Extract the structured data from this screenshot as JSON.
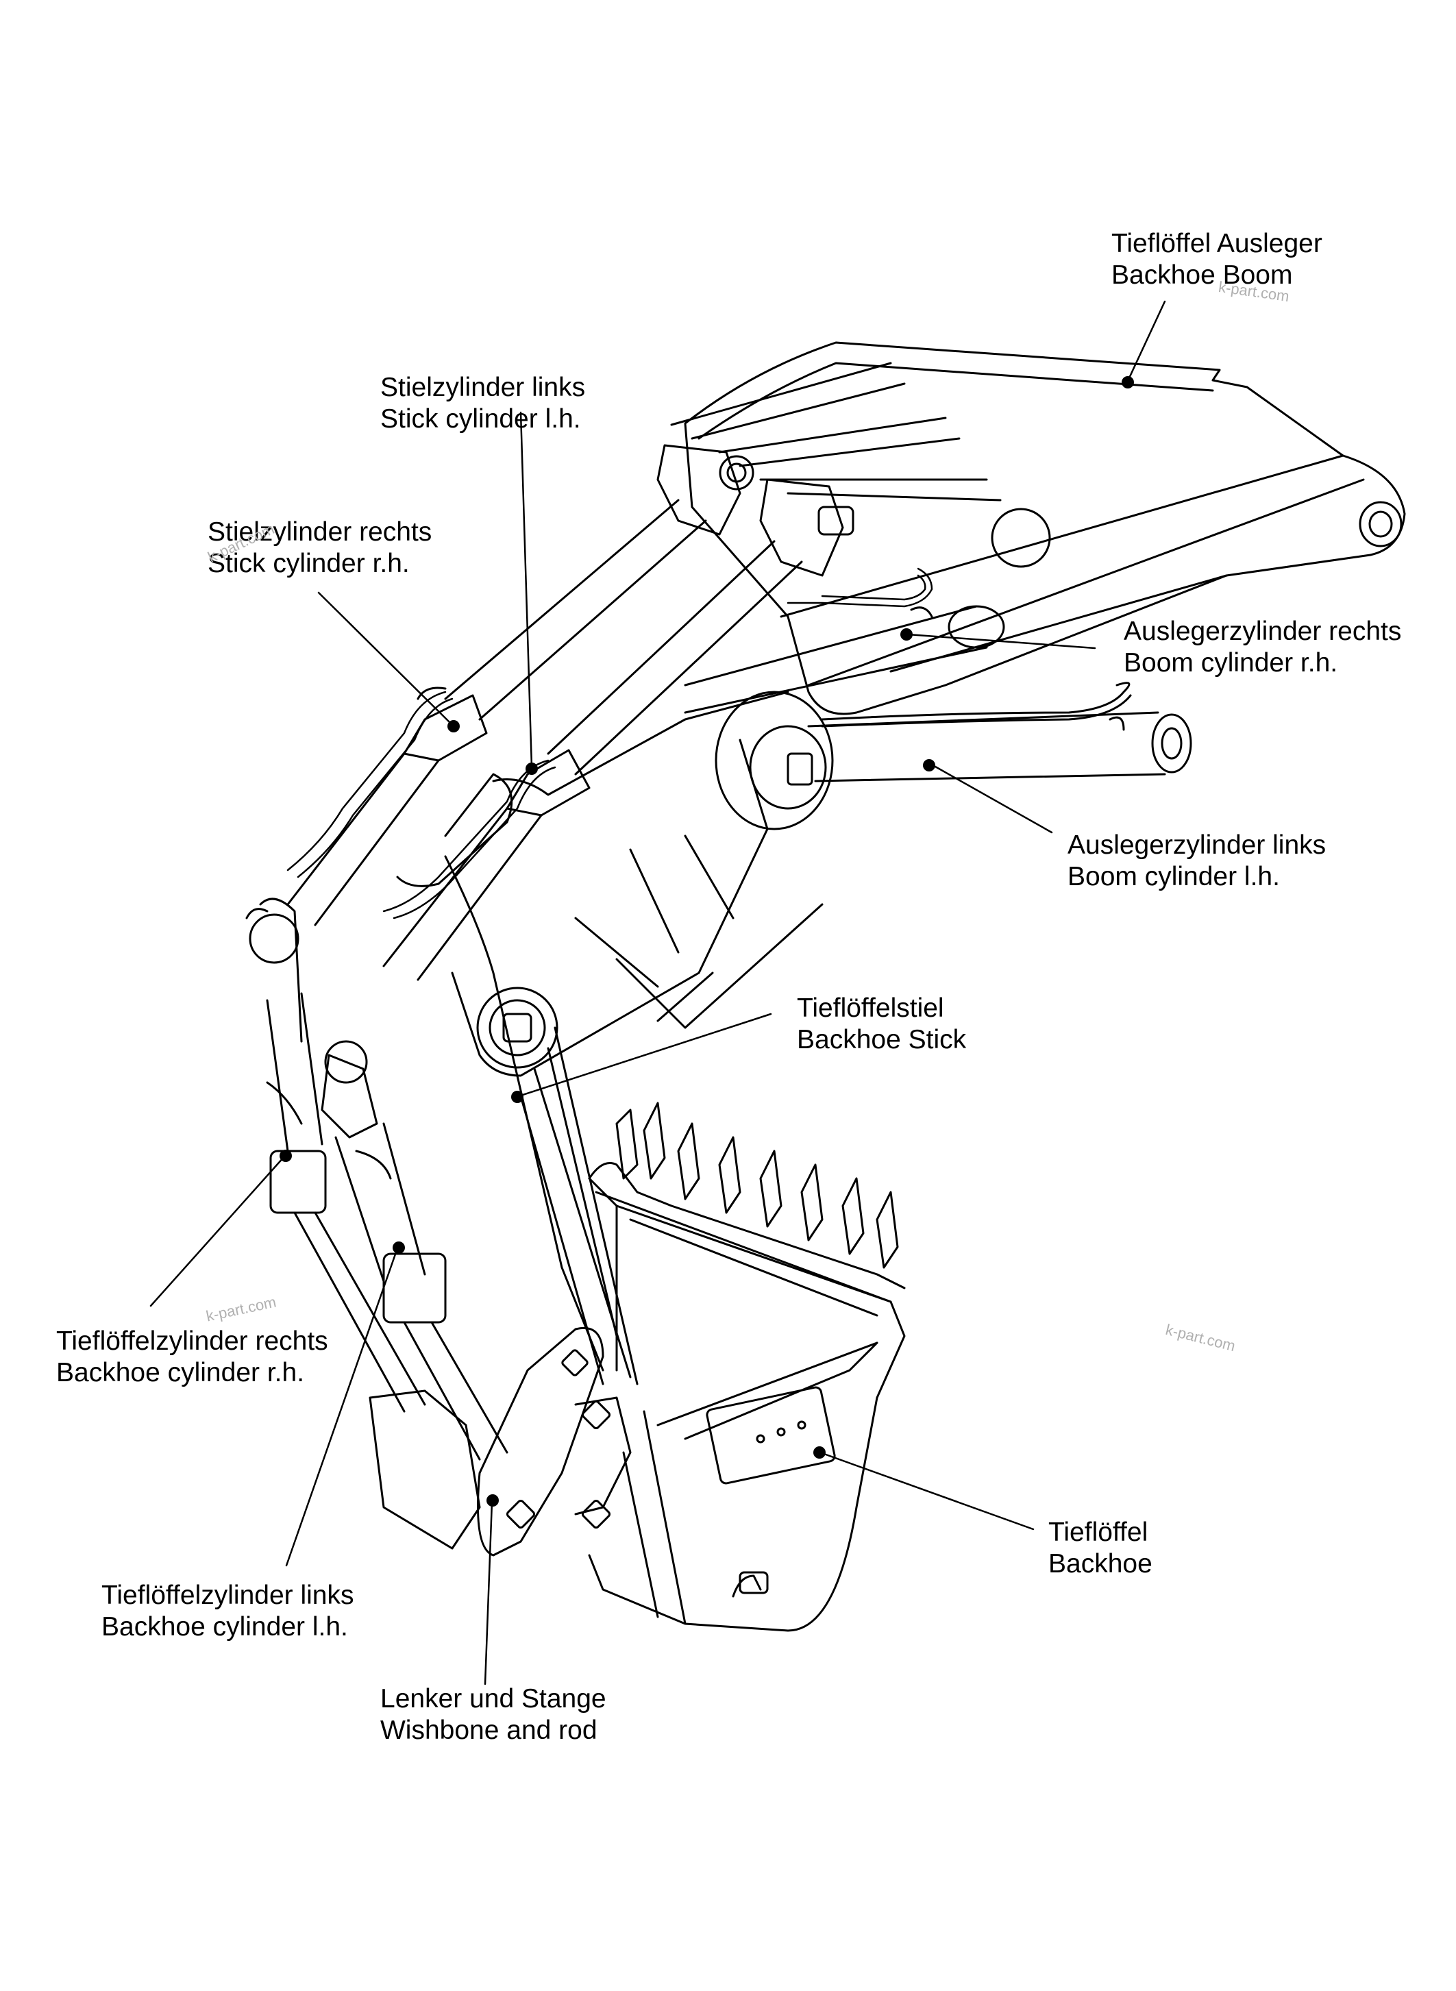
{
  "labels": {
    "backhoe_boom": {
      "de": "Tieflöffel Ausleger",
      "en": "Backhoe Boom"
    },
    "stick_cylinder_lh": {
      "de": "Stielzylinder links",
      "en": "Stick cylinder l.h."
    },
    "stick_cylinder_rh": {
      "de": "Stielzylinder rechts",
      "en": "Stick cylinder r.h."
    },
    "boom_cylinder_rh": {
      "de": "Auslegerzylinder rechts",
      "en": "Boom cylinder r.h."
    },
    "boom_cylinder_lh": {
      "de": "Auslegerzylinder links",
      "en": "Boom cylinder l.h."
    },
    "backhoe_stick": {
      "de": "Tieflöffelstiel",
      "en": "Backhoe Stick"
    },
    "backhoe_cylinder_rh": {
      "de": "Tieflöffelzylinder rechts",
      "en": "Backhoe cylinder r.h."
    },
    "backhoe": {
      "de": "Tieflöffel",
      "en": "Backhoe"
    },
    "backhoe_cylinder_lh": {
      "de": "Tieflöffelzylinder links",
      "en": "Backhoe cylinder l.h."
    },
    "wishbone_rod": {
      "de": "Lenker und Stange",
      "en": "Wishbone and rod"
    }
  },
  "watermarks": [
    "k-part.com",
    "k-part.com",
    "k-part.com",
    "k-part.com"
  ],
  "colors": {
    "line": "#000000",
    "background": "#ffffff",
    "watermark": "#b0b0b0"
  }
}
